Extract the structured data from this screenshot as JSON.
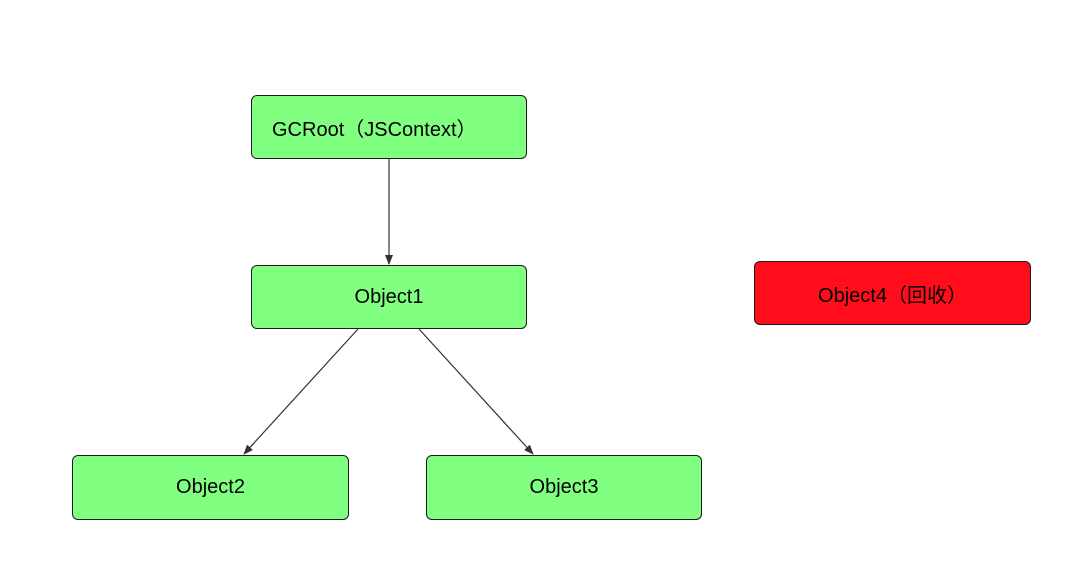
{
  "nodes": {
    "gcroot": {
      "label": "GCRoot（JSContext）",
      "color": "#80ff80"
    },
    "object1": {
      "label": "Object1",
      "color": "#80ff80"
    },
    "object2": {
      "label": "Object2",
      "color": "#80ff80"
    },
    "object3": {
      "label": "Object3",
      "color": "#80ff80"
    },
    "object4": {
      "label": "Object4（回收）",
      "color": "#ff0d1a"
    }
  },
  "edges": [
    {
      "from": "gcroot",
      "to": "object1"
    },
    {
      "from": "object1",
      "to": "object2"
    },
    {
      "from": "object1",
      "to": "object3"
    }
  ],
  "colors": {
    "reachable_fill": "#80ff80",
    "collected_fill": "#ff0d1a",
    "border": "#1a1a1a",
    "edge": "#333333"
  }
}
